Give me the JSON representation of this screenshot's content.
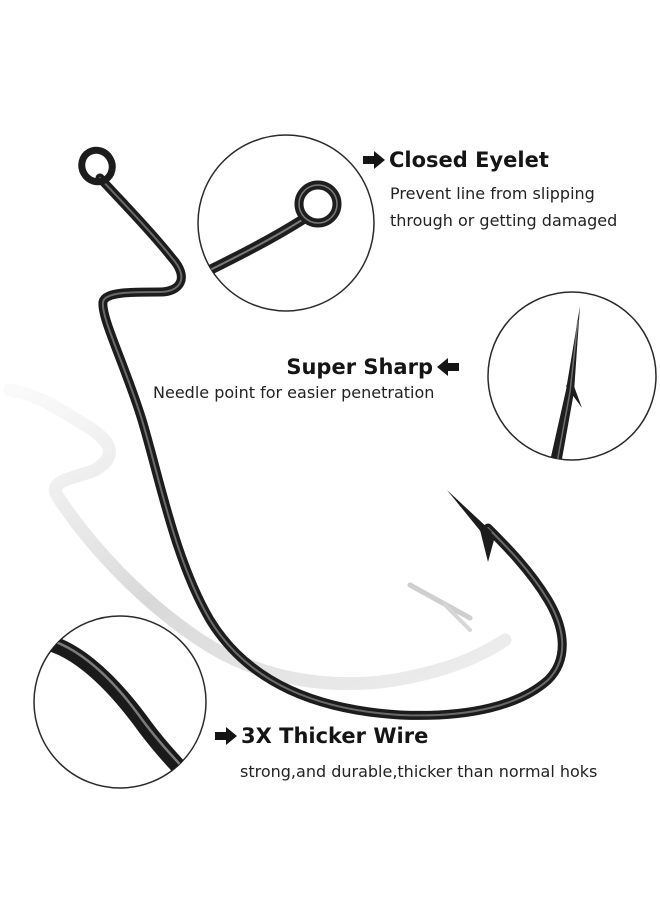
{
  "features": [
    {
      "id": "closed-eyelet",
      "title": "Closed Eyelet",
      "description_lines": [
        "Prevent line from slipping",
        "through or getting damaged"
      ],
      "arrow_icon": "arrow-right-icon"
    },
    {
      "id": "super-sharp",
      "title": "Super Sharp",
      "description_lines": [
        "Needle point for easier penetration"
      ],
      "arrow_icon": "arrow-left-icon"
    },
    {
      "id": "thicker-wire",
      "title": "3X Thicker Wire",
      "description_lines": [
        "strong,and durable,thicker than normal hoks"
      ],
      "arrow_icon": "arrow-right-icon"
    }
  ],
  "colors": {
    "background": "#ffffff",
    "hook_metal": "#2b2b2b",
    "shadow": "#d8d8d8",
    "circle_border": "#333333"
  }
}
